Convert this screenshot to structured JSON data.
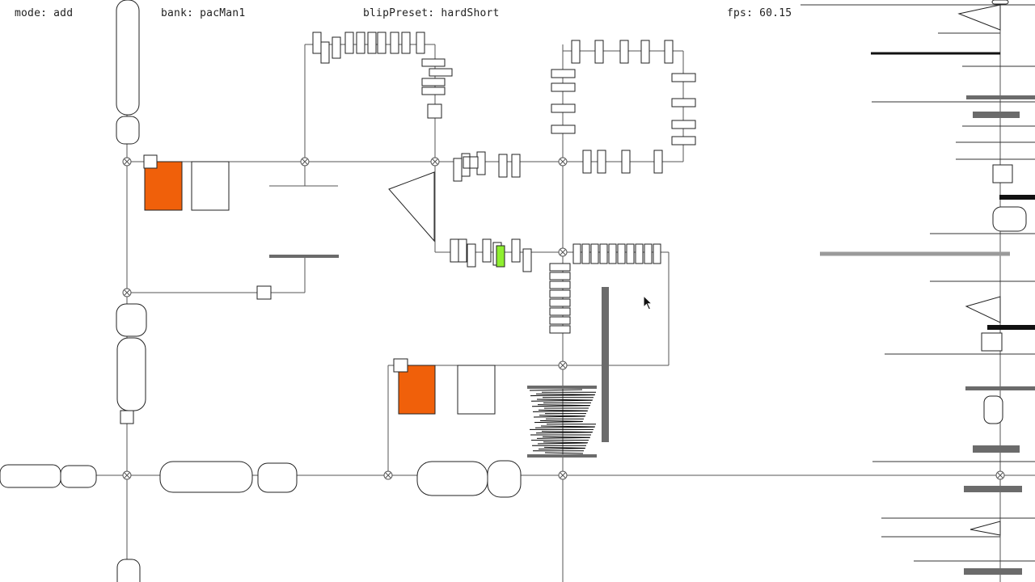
{
  "hud": {
    "mode_label": "mode: add",
    "bank_label": "bank: pacMan1",
    "blip_preset_label": "blipPreset: hardShort",
    "fps_label": "fps: 60.15"
  },
  "app_state": {
    "mode": "add",
    "bank": "pacMan1",
    "blip_preset": "hardShort",
    "fps": 60.15
  },
  "colors": {
    "background": "#ffffff",
    "stroke": "#555555",
    "outline": "#222222",
    "accent_orange": "#f0600a",
    "accent_green": "#8fef30",
    "bar_gray": "#6b6b6b",
    "bar_light": "#9a9a9a",
    "bar_dark": "#111111"
  },
  "icons": {
    "node": "x-circle-junction-icon",
    "cursor": "mouse-pointer-icon"
  }
}
